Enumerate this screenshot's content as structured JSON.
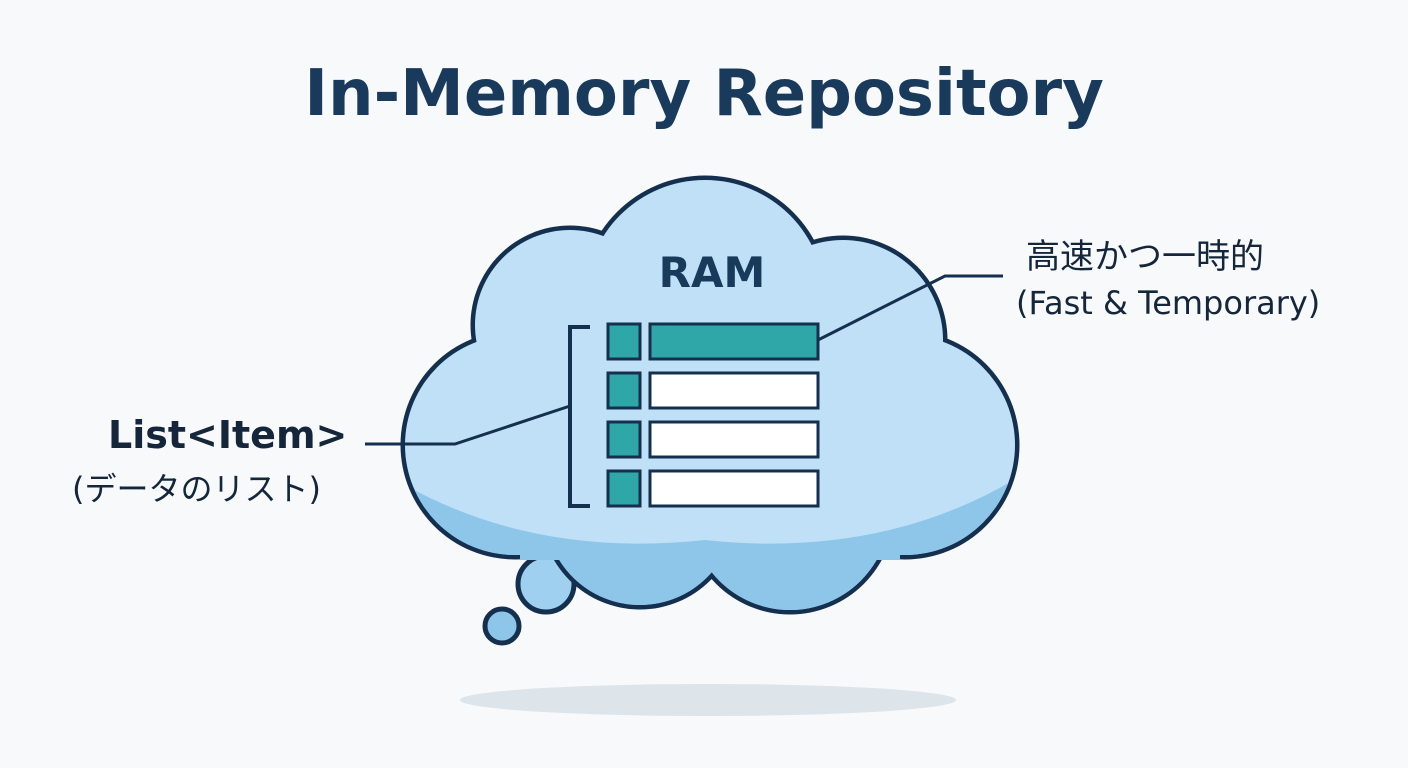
{
  "title": "In-Memory Repository",
  "cloud": {
    "label": "RAM"
  },
  "list_rows": [
    {
      "highlighted": true
    },
    {
      "highlighted": false
    },
    {
      "highlighted": false
    },
    {
      "highlighted": false
    }
  ],
  "callouts": {
    "fast": {
      "line1": "高速かつ一時的",
      "line2": "(Fast & Temporary)"
    },
    "list": {
      "line1": "List<Item>",
      "line2": "(データのリスト)"
    }
  },
  "colors": {
    "outline": "#15304f",
    "cloud_fill": "#bfe0f6",
    "cloud_shade": "#8ec6ea",
    "accent": "#2fa6a8",
    "row_empty": "#ffffff",
    "shadow": "#dde4ea"
  }
}
